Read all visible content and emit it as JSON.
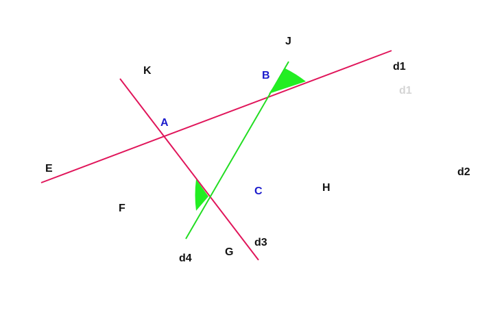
{
  "colors": {
    "background": "#ffffff",
    "red_line": "#e0155a",
    "green_line": "#22dd22",
    "angle_fill": "#22ee22",
    "label_dark": "#111111",
    "label_point": "#1a1acc",
    "label_faint": "#d4d4d4"
  },
  "lines": [
    {
      "id": "d1",
      "color_key": "red_line"
    },
    {
      "id": "d3",
      "color_key": "red_line"
    },
    {
      "id": "d4",
      "color_key": "green_line"
    }
  ],
  "points": {
    "A": "A",
    "B": "B",
    "C": "C"
  },
  "labels": {
    "E": "E",
    "F": "F",
    "G": "G",
    "H": "H",
    "J": "J",
    "K": "K",
    "d1": "d1",
    "d1_faint": "d1",
    "d2": "d2",
    "d3": "d3",
    "d4": "d4"
  }
}
